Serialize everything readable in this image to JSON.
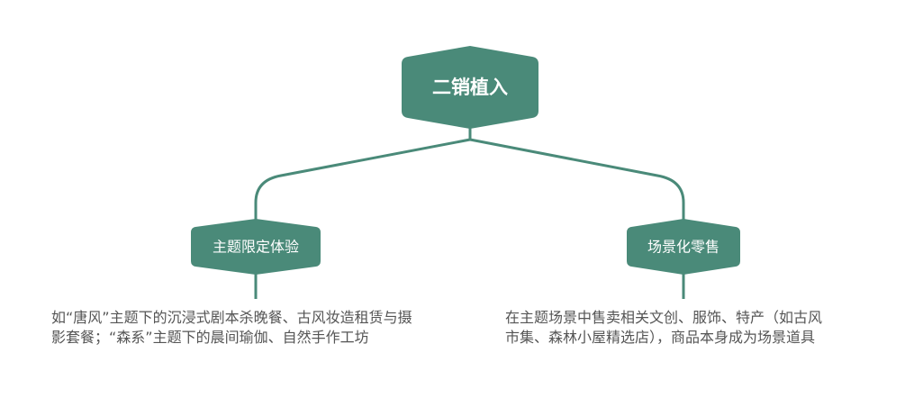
{
  "colors": {
    "node_fill": "#4a8a79",
    "connector": "#4a8a79",
    "text": "#555555",
    "background": "#ffffff"
  },
  "root": {
    "label": "二销植入"
  },
  "branches": [
    {
      "label": "主题限定体验",
      "description_lines": [
        "如“唐风”主题下的沉浸式剧本杀晚餐、古风妆造租赁与摄",
        "影套餐；“森系”主题下的晨间瑜伽、自然手作工坊"
      ]
    },
    {
      "label": "场景化零售",
      "description_lines": [
        "在主题场景中售卖相关文创、服饰、特产（如古风",
        "市集、森林小屋精选店），商品本身成为场景道具"
      ]
    }
  ]
}
